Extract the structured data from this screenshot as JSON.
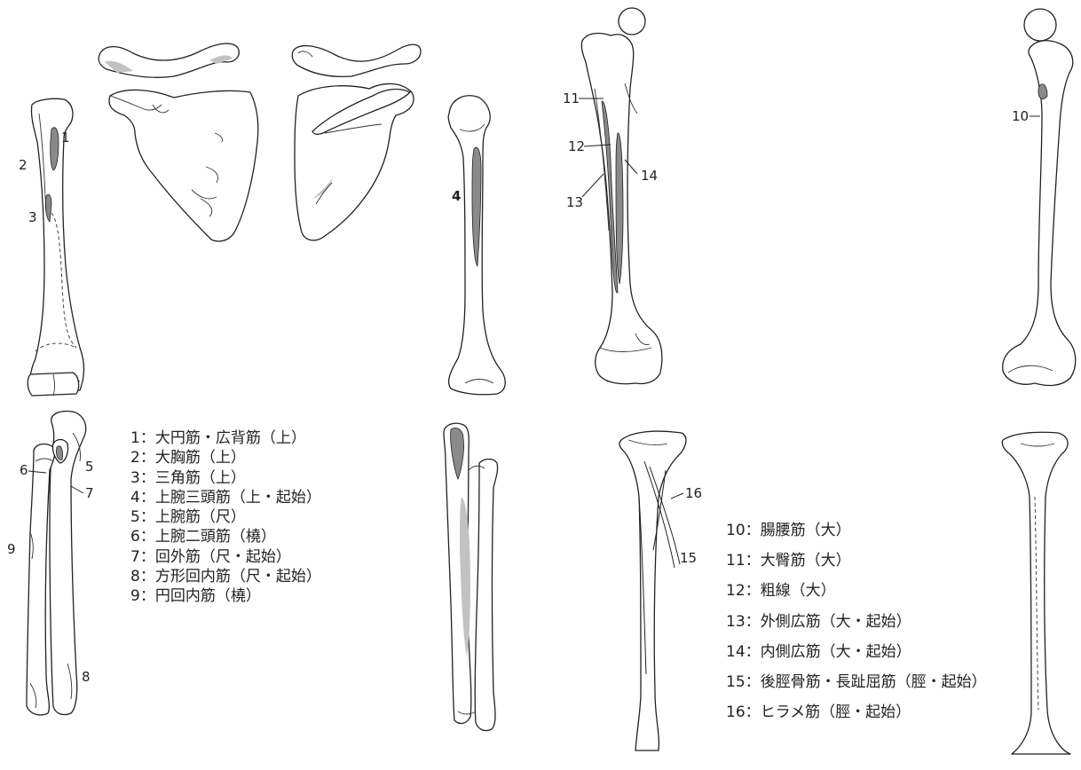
{
  "markers": {
    "m1": "1",
    "m2": "2",
    "m3": "3",
    "m4": "4",
    "m5": "5",
    "m6": "6",
    "m7": "7",
    "m8": "8",
    "m9": "9",
    "m10": "10",
    "m11": "11",
    "m12": "12",
    "m13": "13",
    "m14": "14",
    "m15": "15",
    "m16": "16"
  },
  "legend_upper": [
    "1：大円筋・広背筋（上）",
    "2：大胸筋（上）",
    "3：三角筋（上）",
    "4：上腕三頭筋（上・起始）",
    "5：上腕筋（尺）",
    "6：上腕二頭筋（橈）",
    "7：回外筋（尺・起始）",
    "8：方形回内筋（尺・起始）",
    "9：円回内筋（橈）"
  ],
  "legend_lower": [
    "10：腸腰筋（大）",
    "11：大臀筋（大）",
    "12：粗線（大）",
    "13：外側広筋（大・起始）",
    "14：内側広筋（大・起始）",
    "15：後脛骨筋・長趾屈筋（脛・起始）",
    "16：ヒラメ筋（脛・起始）"
  ],
  "colors": {
    "line": "#222222",
    "attachment_dark": "#8a8a8a",
    "attachment_light": "#c2c2c2",
    "background": "#ffffff"
  }
}
